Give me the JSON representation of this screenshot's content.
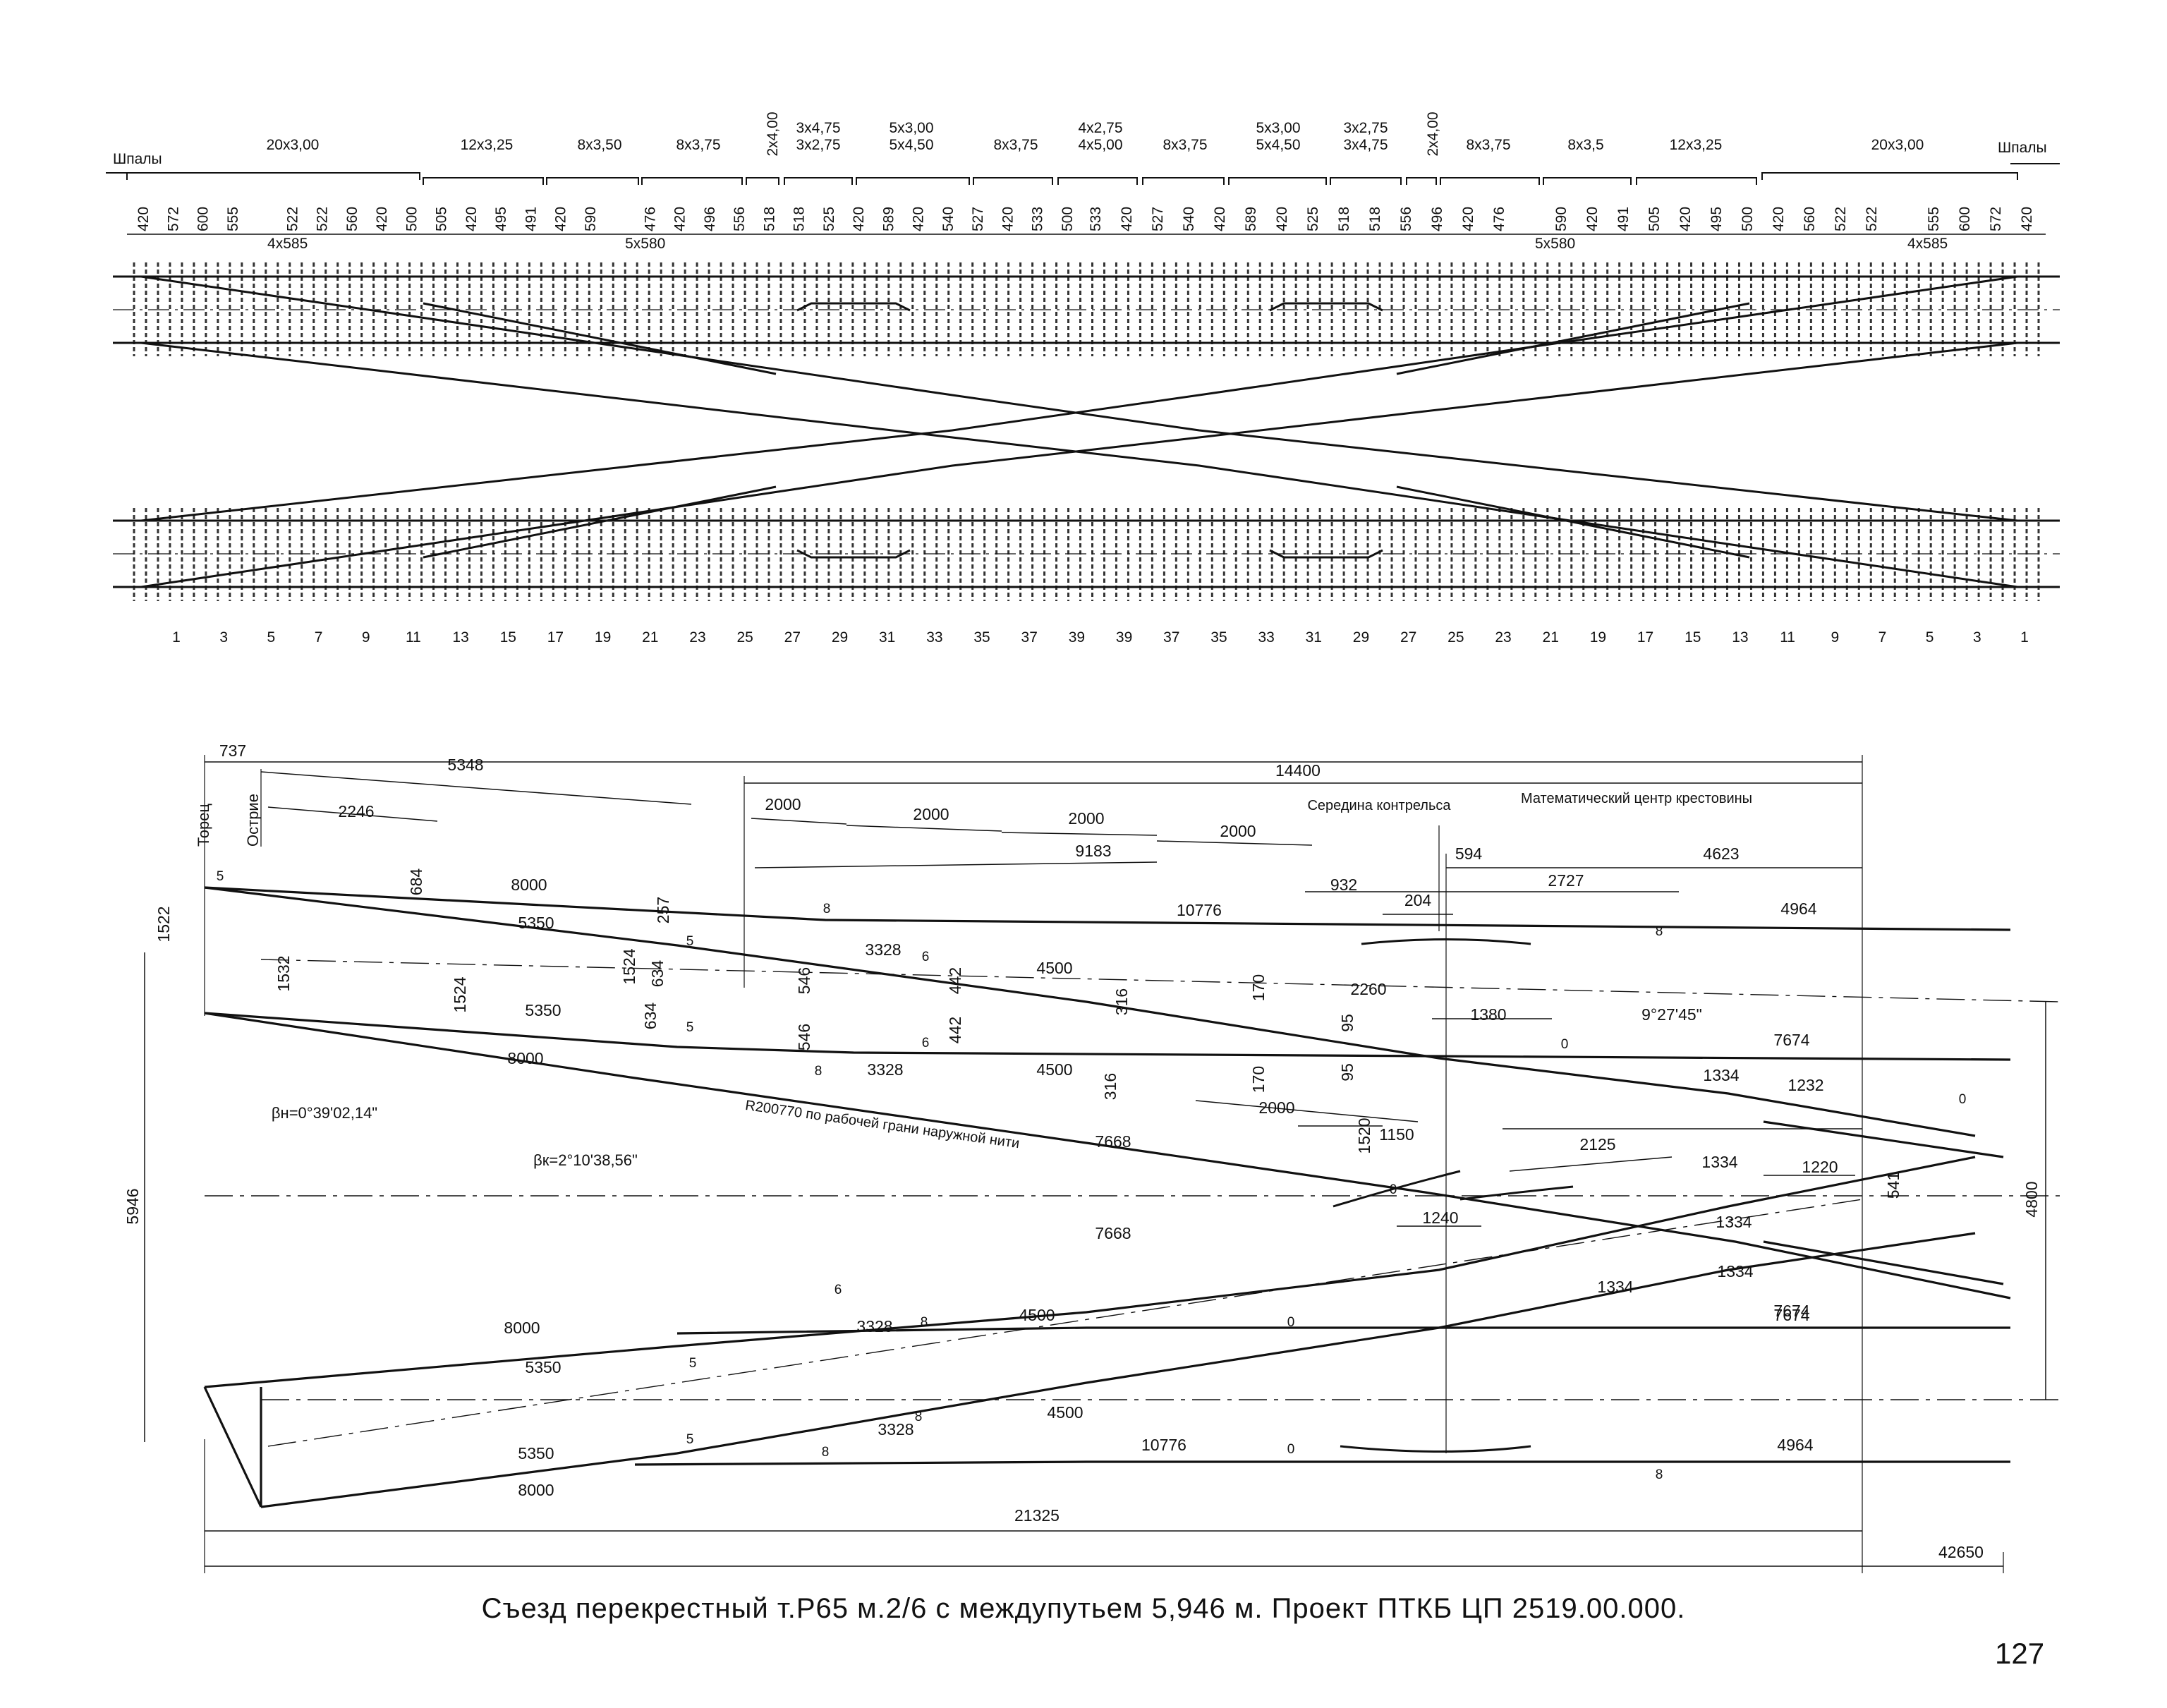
{
  "top": {
    "sleepers_label": "Шпалы",
    "groups": [
      "20x3,00",
      "12x3,25",
      "8x3,50",
      "8x3,75",
      "2x4,00",
      "3x4,75",
      "3x2,75",
      "5x3,00",
      "5x4,50",
      "8x3,75",
      "4x2,75",
      "4x5,00",
      "8x3,75",
      "5x3,00",
      "5x4,50",
      "3x2,75",
      "3x4,75",
      "2x4,00",
      "8x3,75",
      "8x3,5",
      "12x3,25",
      "20x3,00"
    ],
    "spacings_left": [
      "420",
      "572",
      "600",
      "555",
      "4x585",
      "522",
      "522",
      "560",
      "420",
      "500",
      "505",
      "420",
      "495",
      "491",
      "420",
      "590",
      "5x580",
      "476",
      "420",
      "496",
      "556",
      "518",
      "518",
      "525",
      "420",
      "589",
      "420",
      "540",
      "527",
      "420",
      "533",
      "500"
    ],
    "spacings_right": [
      "533",
      "420",
      "527",
      "540",
      "420",
      "589",
      "420",
      "525",
      "518",
      "518",
      "556",
      "496",
      "420",
      "476",
      "5x580",
      "590",
      "420",
      "491",
      "505",
      "420",
      "495",
      "500",
      "420",
      "560",
      "522",
      "522",
      "4x585",
      "555",
      "600",
      "572",
      "420"
    ],
    "sleeper_numbers": [
      "1",
      "3",
      "5",
      "7",
      "9",
      "11",
      "13",
      "15",
      "17",
      "19",
      "21",
      "23",
      "25",
      "27",
      "29",
      "31",
      "33",
      "35",
      "37",
      "39",
      "39",
      "37",
      "35",
      "33",
      "31",
      "29",
      "27",
      "25",
      "23",
      "21",
      "19",
      "17",
      "15",
      "13",
      "11",
      "9",
      "7",
      "5",
      "3",
      "1"
    ]
  },
  "plan": {
    "dims_top": [
      "737",
      "5348",
      "14400",
      "2246",
      "2000",
      "2000",
      "2000",
      "2000",
      "9183"
    ],
    "labels_vertical": [
      "Торец",
      "Острие"
    ],
    "note_mid_guard": "Середина контрельса",
    "note_math_center": "Математический центр крестовины",
    "dims_misc": [
      "594",
      "4623",
      "932",
      "204",
      "2727",
      "8000",
      "10776",
      "4964",
      "684",
      "5350",
      "257",
      "1522",
      "1532",
      "1524",
      "1524",
      "634",
      "634",
      "3328",
      "4500",
      "316",
      "316",
      "442",
      "442",
      "546",
      "546",
      "170",
      "170",
      "95",
      "95",
      "2260",
      "1380",
      "9°27'45\"",
      "7674",
      "1334",
      "1232",
      "1520",
      "2000",
      "1150",
      "2125",
      "1220",
      "541",
      "1240",
      "7668",
      "4800",
      "5946",
      "21325",
      "42650"
    ],
    "beta_n": "βн=0°39'02,14\"",
    "beta_k": "βк=2°10'38,56\"",
    "radius_note": "R200770 по рабочей грани наружной нити",
    "joint_labels": [
      "5",
      "8",
      "6",
      "0"
    ]
  },
  "caption": "Съезд перекрестный т.Р65 м.2/6 с междупутьем 5,946 м. Проект ПТКБ ЦП 2519.00.000.",
  "page_number": "127"
}
